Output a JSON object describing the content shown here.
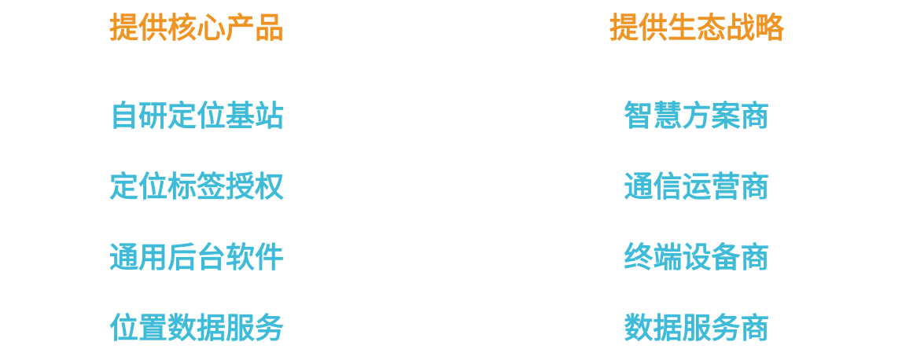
{
  "colors": {
    "heading": "#ef9322",
    "item": "#3dbbd8"
  },
  "left": {
    "heading": "提供核心产品",
    "items": [
      "自研定位基站",
      "定位标签授权",
      "通用后台软件",
      "位置数据服务"
    ]
  },
  "right": {
    "heading": "提供生态战略",
    "items": [
      "智慧方案商",
      "通信运营商",
      "终端设备商",
      "数据服务商"
    ]
  }
}
